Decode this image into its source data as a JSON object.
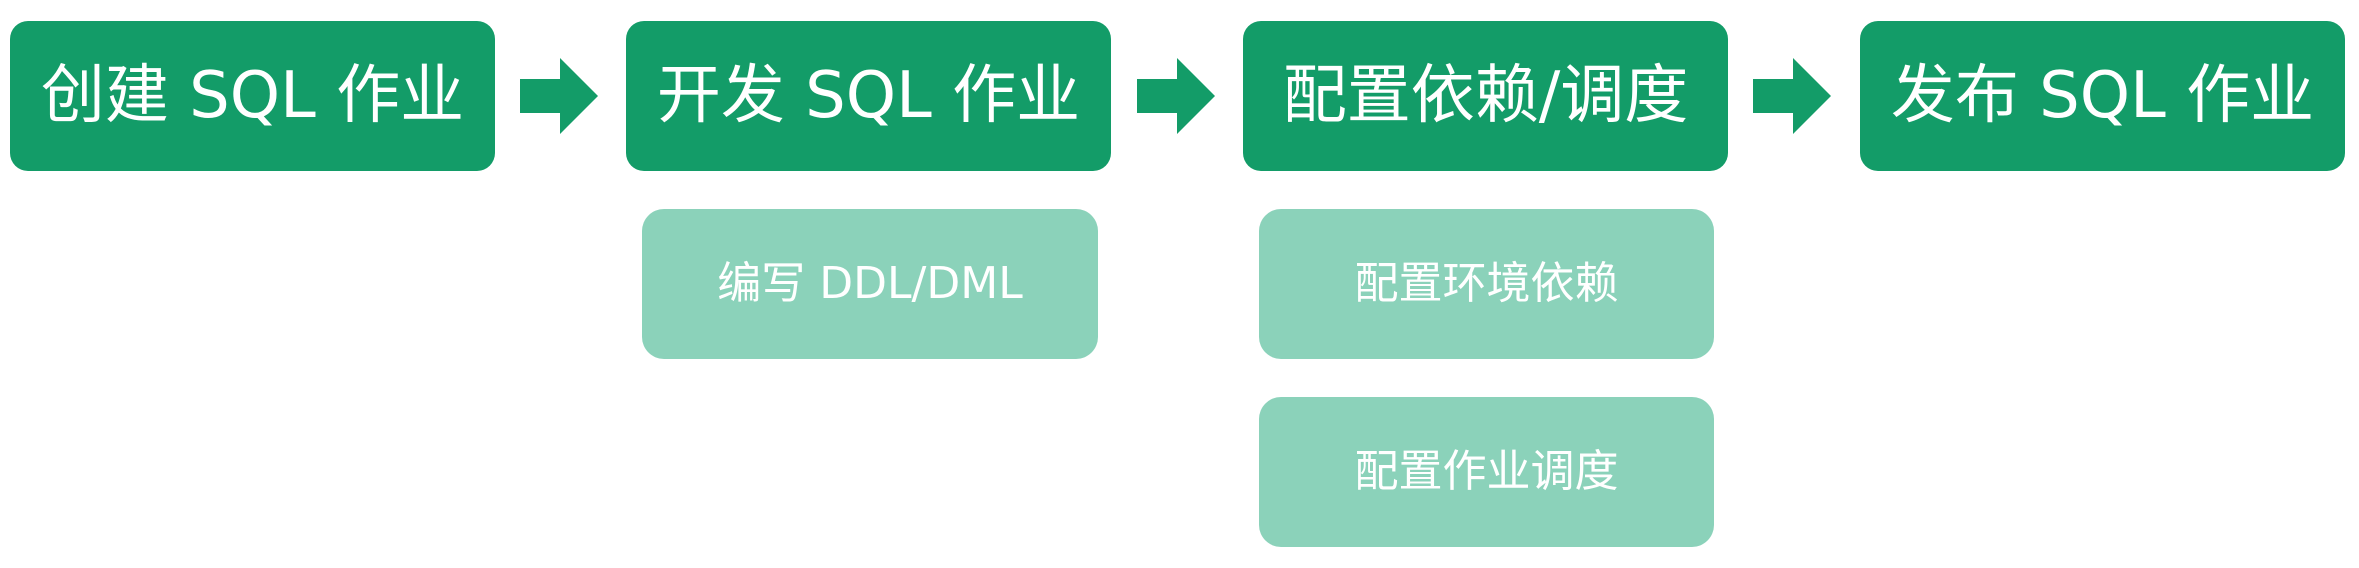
{
  "colors": {
    "step_fill": "#139C68",
    "substep_fill": "#8BD2BA",
    "text": "#FFFFFF",
    "arrow": "#139C68"
  },
  "steps": [
    {
      "label": "创建 SQL 作业"
    },
    {
      "label": "开发 SQL 作业"
    },
    {
      "label": "配置依赖/调度"
    },
    {
      "label": "发布 SQL 作业"
    }
  ],
  "substeps": {
    "develop": [
      {
        "label": "编写 DDL/DML"
      }
    ],
    "configure": [
      {
        "label": "配置环境依赖"
      },
      {
        "label": "配置作业调度"
      }
    ]
  }
}
